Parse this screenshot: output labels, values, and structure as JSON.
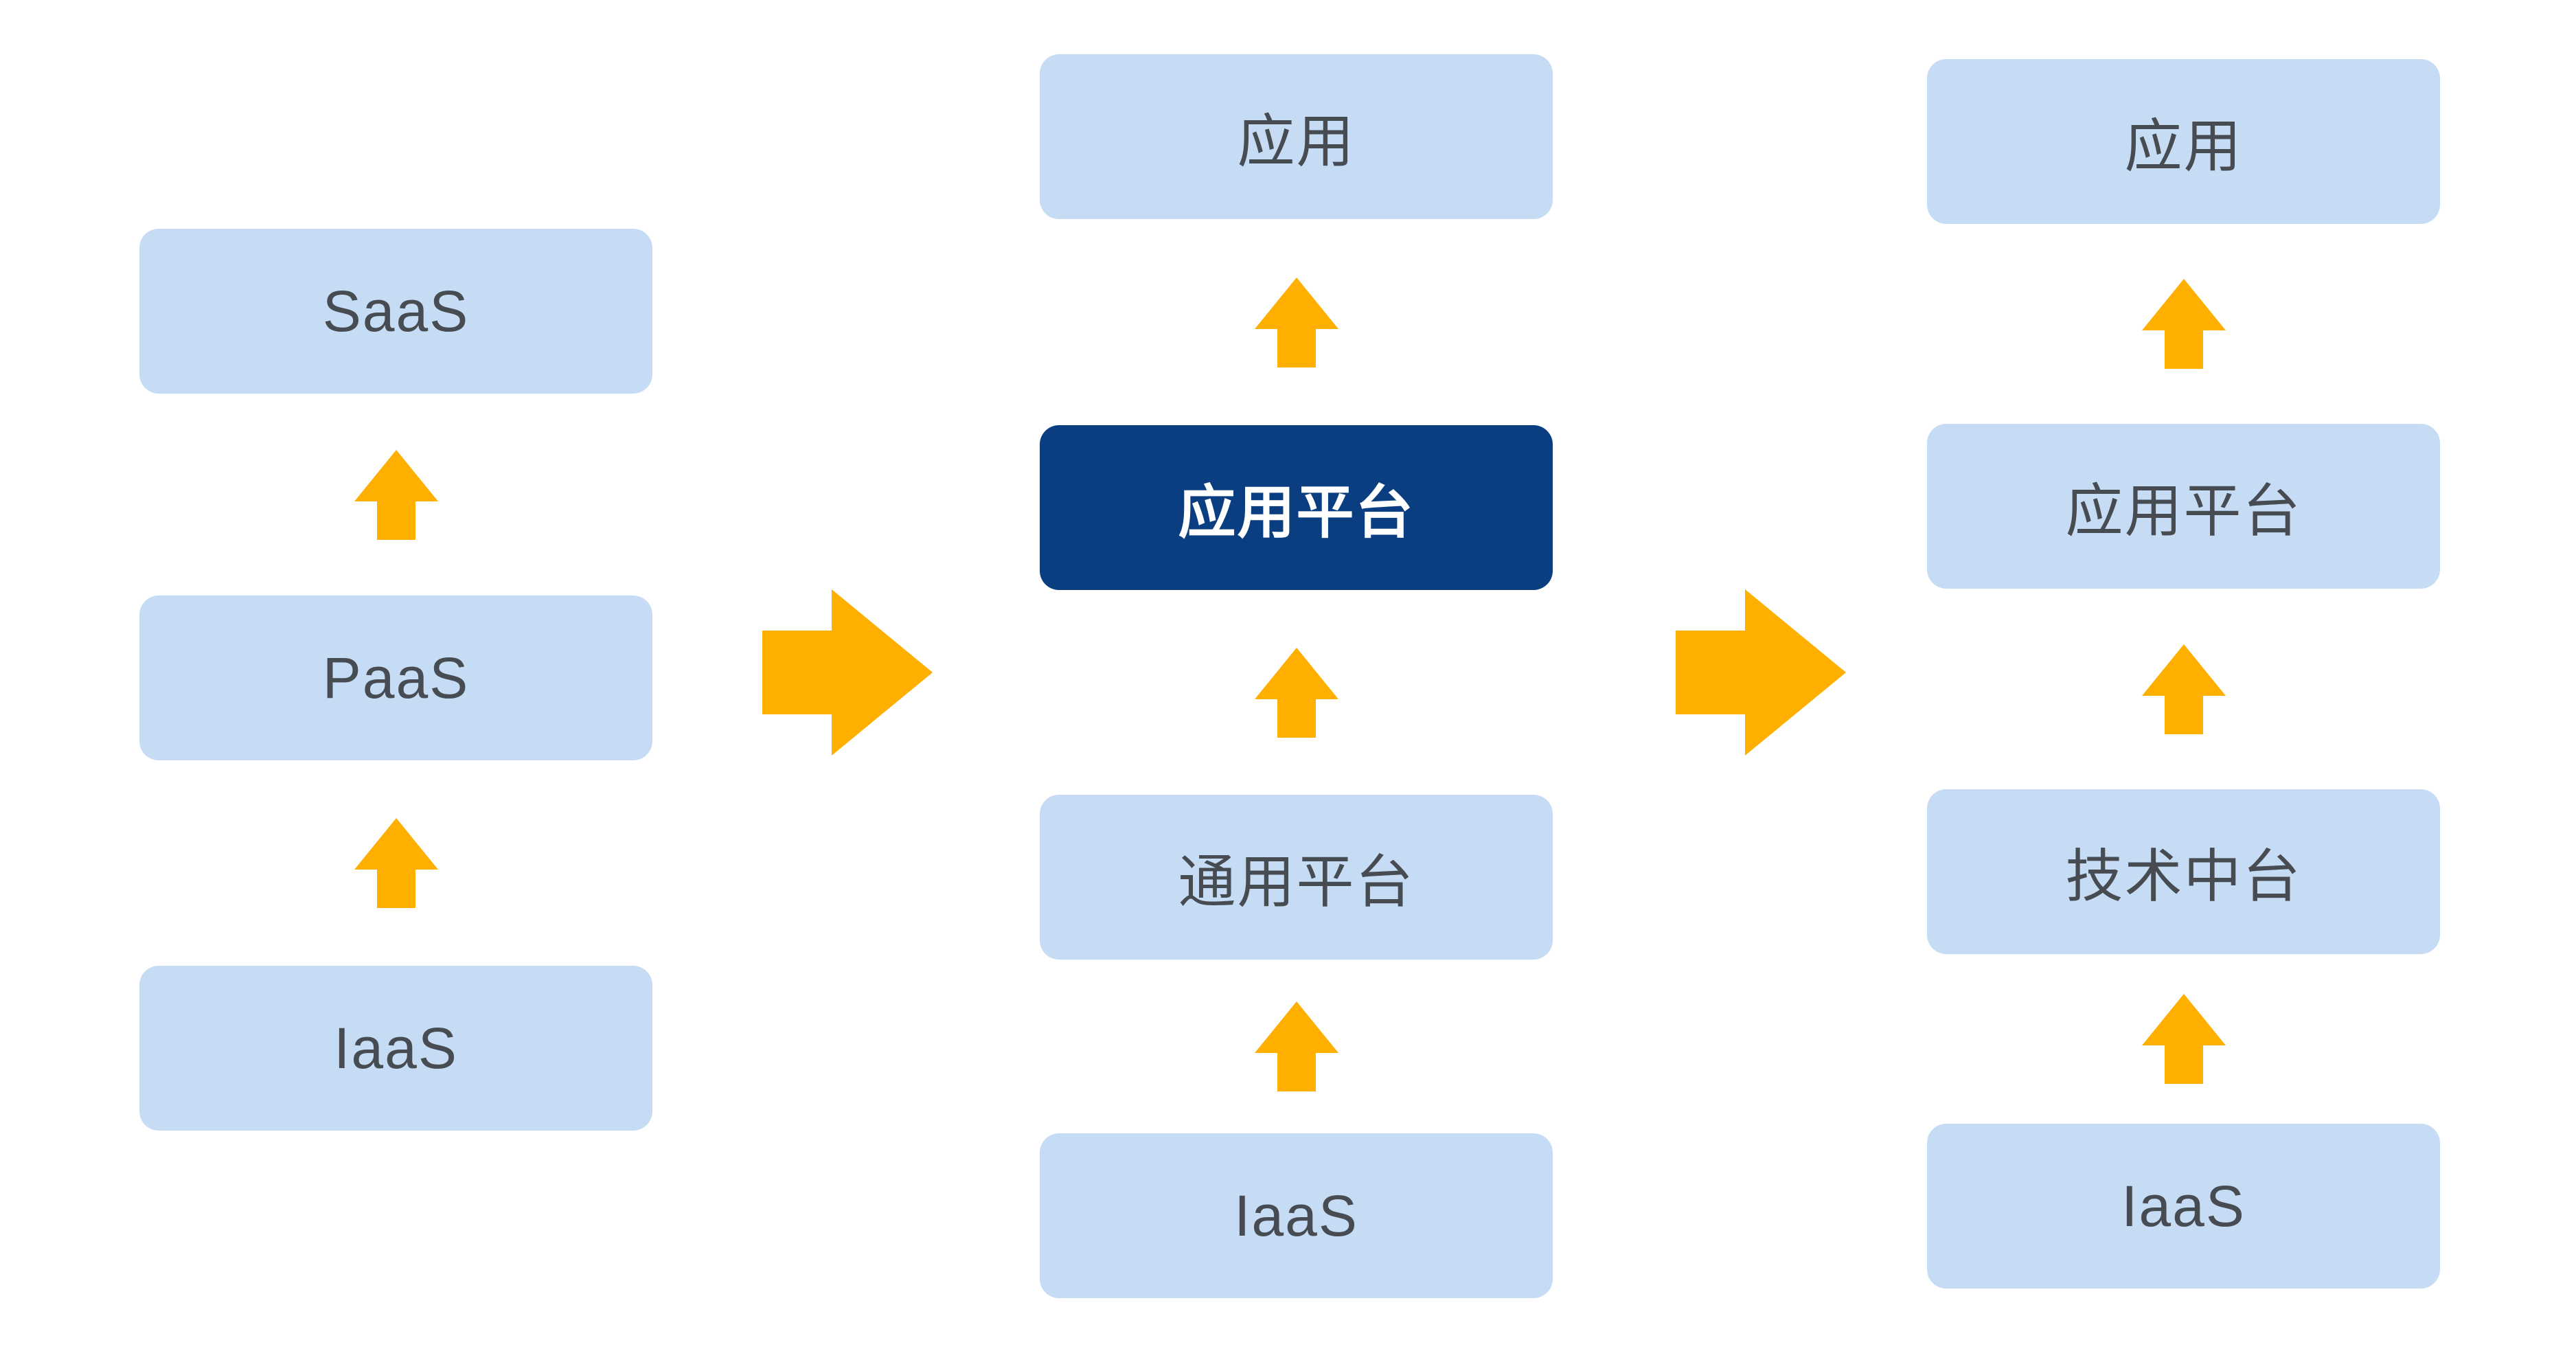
{
  "diagram": {
    "colors": {
      "background": "#FFFFFF",
      "box_light": "#C6DCF5",
      "box_dark": "#0B3E80",
      "text_dark": "#474C52",
      "text_light": "#FFFFFF",
      "arrow": "#FFAF00"
    },
    "columns": [
      {
        "boxes": [
          {
            "label": "SaaS",
            "emphasis": false
          },
          {
            "label": "PaaS",
            "emphasis": false
          },
          {
            "label": "IaaS",
            "emphasis": false
          }
        ]
      },
      {
        "boxes": [
          {
            "label": "应用",
            "emphasis": false
          },
          {
            "label": "应用平台",
            "emphasis": true
          },
          {
            "label": "通用平台",
            "emphasis": false
          },
          {
            "label": "IaaS",
            "emphasis": false
          }
        ]
      },
      {
        "boxes": [
          {
            "label": "应用",
            "emphasis": false
          },
          {
            "label": "应用平台",
            "emphasis": false
          },
          {
            "label": "技术中台",
            "emphasis": false
          },
          {
            "label": "IaaS",
            "emphasis": false
          }
        ]
      }
    ]
  }
}
